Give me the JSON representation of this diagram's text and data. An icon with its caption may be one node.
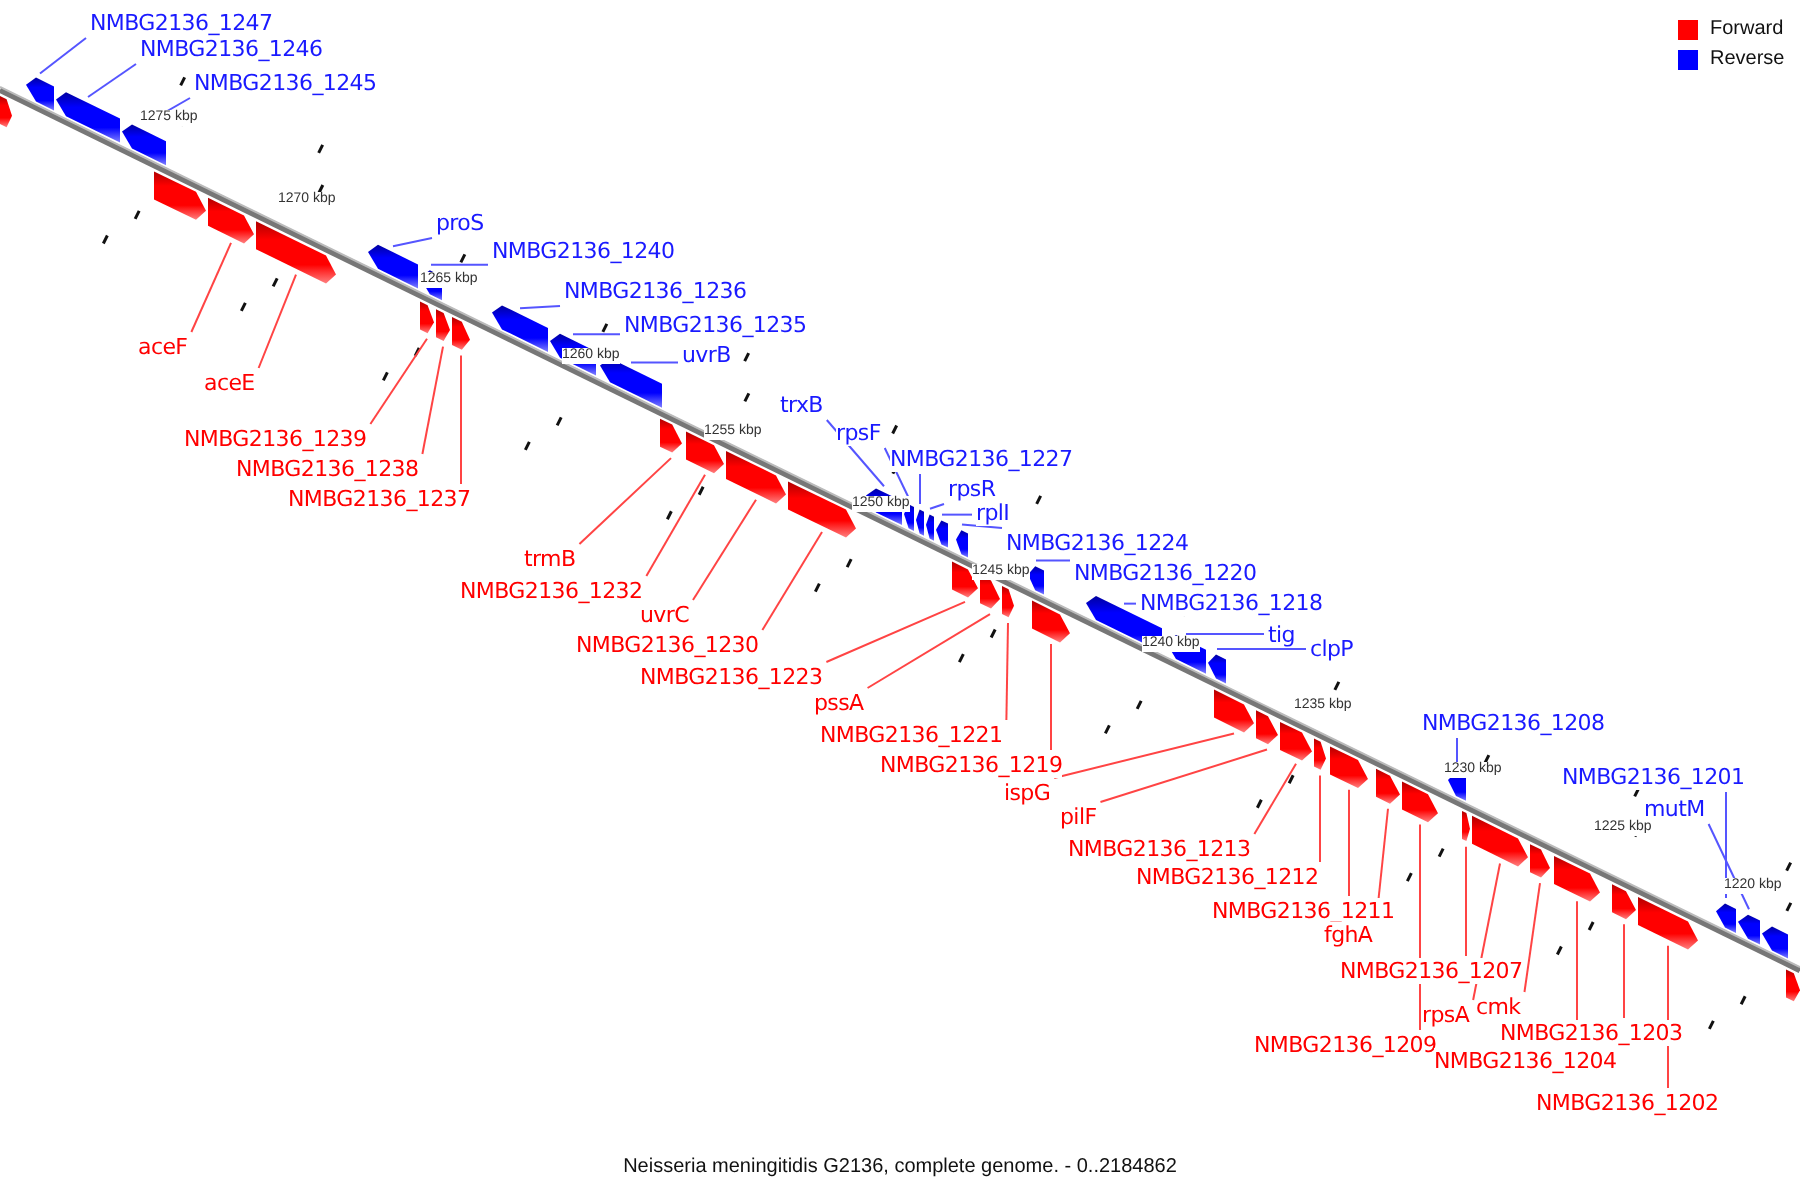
{
  "diagram": {
    "caption": "Neisseria meningitidis G2136, complete genome. - 0..2184862",
    "nodes": [
      {
        "text": [
          "NMBG2136_1247"
        ]
      },
      {
        "text": [
          "NMBG2136_1246"
        ]
      },
      {
        "text": [
          "NMBG2136_1245"
        ]
      },
      {
        "text": [
          "proS"
        ]
      },
      {
        "text": [
          "NMBG2136_1240"
        ]
      },
      {
        "text": [
          "NMBG2136_1236"
        ]
      },
      {
        "text": [
          "NMBG2136_1235"
        ]
      },
      {
        "text": [
          "uvrB"
        ]
      },
      {
        "text": [
          "trxB"
        ]
      },
      {
        "text": [
          "rpsF"
        ]
      },
      {
        "text": [
          "NMBG2136_1227"
        ]
      },
      {
        "text": [
          "rpsR"
        ]
      },
      {
        "text": [
          "rplI"
        ]
      },
      {
        "text": [
          "NMBG2136_1224"
        ]
      },
      {
        "text": [
          "NMBG2136_1220"
        ]
      },
      {
        "text": [
          "NMBG2136_1218"
        ]
      },
      {
        "text": [
          "tig"
        ]
      },
      {
        "text": [
          "clpP"
        ]
      },
      {
        "text": [
          "NMBG2136_1208"
        ]
      },
      {
        "text": [
          "NMBG2136_1201"
        ]
      },
      {
        "text": [
          "mutM"
        ]
      },
      {
        "text": [
          "aceF"
        ]
      },
      {
        "text": [
          "aceE"
        ]
      },
      {
        "text": [
          "NMBG2136_1239"
        ]
      },
      {
        "text": [
          "NMBG2136_1238"
        ]
      },
      {
        "text": [
          "NMBG2136_1237"
        ]
      },
      {
        "text": [
          "trmB"
        ]
      },
      {
        "text": [
          "NMBG2136_1232"
        ]
      },
      {
        "text": [
          "uvrC"
        ]
      },
      {
        "text": [
          "NMBG2136_1230"
        ]
      },
      {
        "text": [
          "NMBG2136_1223"
        ]
      },
      {
        "text": [
          "pssA"
        ]
      },
      {
        "text": [
          "NMBG2136_1221"
        ]
      },
      {
        "text": [
          "NMBG2136_1219"
        ]
      },
      {
        "text": [
          "ispG"
        ]
      },
      {
        "text": [
          "pilF"
        ]
      },
      {
        "text": [
          "NMBG2136_1213"
        ]
      },
      {
        "text": [
          "NMBG2136_1212"
        ]
      },
      {
        "text": [
          "NMBG2136_1211"
        ]
      },
      {
        "text": [
          "fghA"
        ]
      },
      {
        "text": [
          "NMBG2136_1209"
        ]
      },
      {
        "text": [
          "NMBG2136_1207"
        ]
      },
      {
        "text": [
          "rpsA"
        ]
      },
      {
        "text": [
          "cmk"
        ]
      },
      {
        "text": [
          "NMBG2136_1204"
        ]
      },
      {
        "text": [
          "NMBG2136_1203"
        ]
      },
      {
        "text": [
          "NMBG2136_1202"
        ]
      },
      {
        "text": [],
        "shape": "box"
      },
      {
        "text": [],
        "shape": "box"
      },
      {
        "text": [],
        "shape": "box"
      },
      {
        "text": [],
        "shape": "box"
      },
      {
        "text": [],
        "shape": "box"
      },
      {
        "text": [],
        "shape": "box"
      },
      {
        "text": [],
        "shape": "box"
      },
      {
        "text": [],
        "shape": "box"
      },
      {
        "text": [],
        "shape": "box"
      },
      {
        "text": [],
        "shape": "box"
      },
      {
        "text": [],
        "shape": "box"
      },
      {
        "text": [],
        "shape": "box"
      },
      {
        "text": [],
        "shape": "box"
      },
      {
        "text": [],
        "shape": "box"
      },
      {
        "text": [],
        "shape": "box"
      },
      {
        "text": [],
        "shape": "box"
      },
      {
        "text": [],
        "shape": "box"
      },
      {
        "text": [],
        "shape": "box"
      },
      {
        "text": [],
        "shape": "box"
      },
      {
        "text": [],
        "shape": "box"
      },
      {
        "text": [],
        "shape": "box"
      },
      {
        "text": [],
        "shape": "box"
      },
      {
        "text": [],
        "shape": "box"
      },
      {
        "text": [],
        "shape": "box"
      },
      {
        "text": [],
        "shape": "box"
      },
      {
        "text": [],
        "shape": "box"
      },
      {
        "text": [],
        "shape": "box"
      },
      {
        "text": [],
        "shape": "box"
      },
      {
        "text": [],
        "shape": "box"
      },
      {
        "text": [],
        "shape": "box"
      },
      {
        "text": [],
        "shape": "box"
      },
      {
        "text": [],
        "shape": "box"
      },
      {
        "text": [],
        "shape": "box"
      },
      {
        "text": [],
        "shape": "box"
      },
      {
        "text": [],
        "shape": "box"
      },
      {
        "text": [],
        "shape": "box"
      },
      {
        "text": [],
        "shape": "box"
      },
      {
        "text": [],
        "shape": "box"
      },
      {
        "text": [],
        "shape": "box"
      },
      {
        "text": [],
        "shape": "box"
      },
      {
        "text": [],
        "shape": "box"
      },
      {
        "text": [],
        "shape": "box"
      },
      {
        "text": [],
        "shape": "box"
      },
      {
        "text": [],
        "shape": "box"
      },
      {
        "text": [],
        "shape": "box"
      },
      {
        "text": [],
        "shape": "box"
      },
      {
        "text": [],
        "shape": "box"
      },
      {
        "text": [],
        "shape": "box"
      },
      {
        "text": [],
        "shape": "box"
      },
      {
        "text": [],
        "shape": "box"
      },
      {
        "text": [],
        "shape": "box"
      }
    ],
    "edges": [
      {
        "from": 0,
        "to": 48,
        "arrow": "none",
        "color": "#5555ff"
      },
      {
        "from": 1,
        "to": 49,
        "arrow": "none",
        "color": "#5555ff"
      },
      {
        "from": 2,
        "to": 50,
        "arrow": "none",
        "color": "#5555ff"
      },
      {
        "from": 3,
        "to": 54,
        "arrow": "none",
        "color": "#5555ff"
      },
      {
        "from": 4,
        "to": 55,
        "arrow": "none",
        "color": "#5555ff"
      },
      {
        "from": 5,
        "to": 59,
        "arrow": "none",
        "color": "#5555ff"
      },
      {
        "from": 6,
        "to": 60,
        "arrow": "none",
        "color": "#5555ff"
      },
      {
        "from": 7,
        "to": 61,
        "arrow": "none",
        "color": "#5555ff"
      },
      {
        "from": 8,
        "to": 66,
        "arrow": "none",
        "color": "#5555ff"
      },
      {
        "from": 9,
        "to": 67,
        "arrow": "none",
        "color": "#5555ff"
      },
      {
        "from": 10,
        "to": 68,
        "arrow": "none",
        "color": "#5555ff"
      },
      {
        "from": 11,
        "to": 69,
        "arrow": "none",
        "color": "#5555ff"
      },
      {
        "from": 12,
        "to": 70,
        "arrow": "none",
        "color": "#5555ff"
      },
      {
        "from": 13,
        "to": 71,
        "arrow": "none",
        "color": "#5555ff"
      },
      {
        "from": 14,
        "to": 75,
        "arrow": "none",
        "color": "#5555ff"
      },
      {
        "from": 15,
        "to": 77,
        "arrow": "none",
        "color": "#5555ff"
      },
      {
        "from": 16,
        "to": 78,
        "arrow": "none",
        "color": "#5555ff"
      },
      {
        "from": 17,
        "to": 79,
        "arrow": "none",
        "color": "#5555ff"
      },
      {
        "from": 18,
        "to": 87,
        "arrow": "none",
        "color": "#5555ff"
      },
      {
        "from": 19,
        "to": 94,
        "arrow": "none",
        "color": "#5555ff"
      },
      {
        "from": 20,
        "to": 95,
        "arrow": "none",
        "color": "#5555ff"
      },
      {
        "from": 21,
        "to": 52,
        "arrow": "none"
      },
      {
        "from": 22,
        "to": 53,
        "arrow": "none"
      },
      {
        "from": 23,
        "to": 56,
        "arrow": "none"
      },
      {
        "from": 24,
        "to": 57,
        "arrow": "none"
      },
      {
        "from": 25,
        "to": 58,
        "arrow": "none"
      },
      {
        "from": 26,
        "to": 62,
        "arrow": "none"
      },
      {
        "from": 27,
        "to": 63,
        "arrow": "none"
      },
      {
        "from": 28,
        "to": 64,
        "arrow": "none"
      },
      {
        "from": 29,
        "to": 65,
        "arrow": "none"
      },
      {
        "from": 30,
        "to": 72,
        "arrow": "none"
      },
      {
        "from": 31,
        "to": 73,
        "arrow": "none"
      },
      {
        "from": 32,
        "to": 74,
        "arrow": "none"
      },
      {
        "from": 33,
        "to": 76,
        "arrow": "none"
      },
      {
        "from": 34,
        "to": 80,
        "arrow": "none"
      },
      {
        "from": 35,
        "to": 81,
        "arrow": "none"
      },
      {
        "from": 36,
        "to": 82,
        "arrow": "none"
      },
      {
        "from": 37,
        "to": 83,
        "arrow": "none"
      },
      {
        "from": 38,
        "to": 84,
        "arrow": "none"
      },
      {
        "from": 39,
        "to": 85,
        "arrow": "none"
      },
      {
        "from": 40,
        "to": 86,
        "arrow": "none"
      },
      {
        "from": 41,
        "to": 88,
        "arrow": "none"
      },
      {
        "from": 42,
        "to": 89,
        "arrow": "none"
      },
      {
        "from": 43,
        "to": 90,
        "arrow": "none"
      },
      {
        "from": 44,
        "to": 91,
        "arrow": "none"
      },
      {
        "from": 45,
        "to": 92,
        "arrow": "none"
      },
      {
        "from": 46,
        "to": 93,
        "arrow": "none"
      }
    ],
    "labels": [
      "1275 kbp",
      "1270 kbp",
      "1265 kbp",
      "1260 kbp",
      "1255 kbp",
      "1250 kbp",
      "1245 kbp",
      "1240 kbp",
      "1235 kbp",
      "1230 kbp",
      "1225 kbp",
      "1220 kbp"
    ],
    "legend": [
      {
        "text": "Forward",
        "color": "#ff0000"
      },
      {
        "text": "Reverse",
        "color": "#0000ff"
      }
    ]
  }
}
